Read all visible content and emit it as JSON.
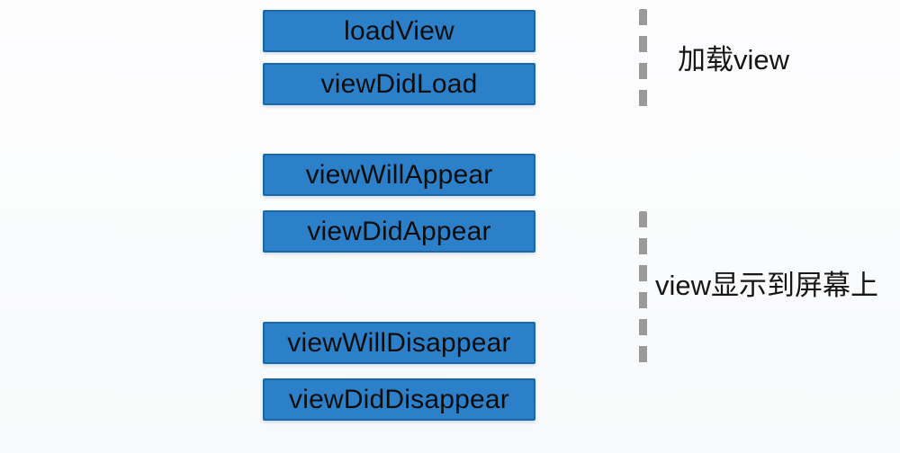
{
  "diagram": {
    "boxes": [
      "loadView",
      "viewDidLoad",
      "viewWillAppear",
      "viewDidAppear",
      "viewWillDisappear",
      "viewDidDisappear"
    ],
    "annotations": [
      "加载view",
      "view显示到屏幕上"
    ]
  },
  "colors": {
    "box-fill": "#2b80c9",
    "box-border": "#1e67a6",
    "box-text": "#0d0d0d",
    "dash": "#9a9a9a",
    "annotation-text": "#161616",
    "background": "#fcfcfd"
  }
}
